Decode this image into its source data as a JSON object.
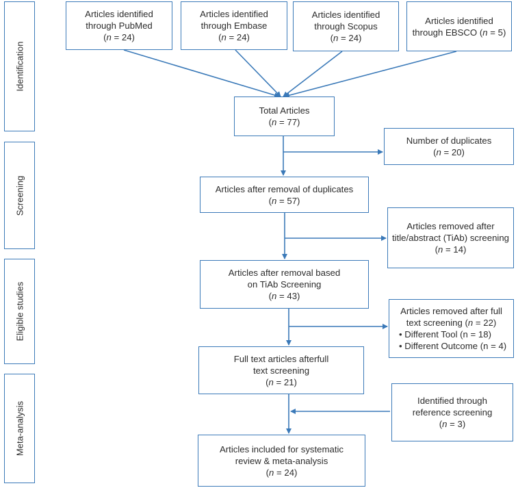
{
  "phases": {
    "identification": "Identification",
    "screening": "Screening",
    "eligible": "Eligible studies",
    "meta": "Meta-analysis"
  },
  "sources": {
    "pubmed": {
      "line1": "Articles identified",
      "line2": "through PubMed",
      "n_label": "n",
      "n_value": " = 24)"
    },
    "embase": {
      "line1": "Articles identified",
      "line2": "through Embase",
      "n_label": "n",
      "n_value": " = 24)"
    },
    "scopus": {
      "line1": "Articles identified",
      "line2": "through Scopus",
      "n_label": "n",
      "n_value": " = 24)"
    },
    "ebsco": {
      "line1": "Articles identified",
      "line2_pre": "through EBSCO (",
      "n_label": "n",
      "n_value": " = 5)"
    }
  },
  "total": {
    "line1": "Total Articles",
    "n_label": "n",
    "n_value": " = 77)"
  },
  "duplicates": {
    "line1": "Number of duplicates",
    "n_label": "n",
    "n_value": " = 20)"
  },
  "after_dup": {
    "line1": "Articles after removal of duplicates",
    "n_label": "n",
    "n_value": " = 57)"
  },
  "tiab_removed": {
    "line1": "Articles removed after",
    "line2": "title/abstract (TiAb) screening",
    "n_label": "n",
    "n_value": " = 14)"
  },
  "after_tiab": {
    "line1": "Articles after removal based",
    "line2": "on TiAb Screening",
    "n_label": "n",
    "n_value": " = 43)"
  },
  "fulltext_removed": {
    "line1": "Articles removed after full",
    "line2_pre": "text screening (",
    "n_label": "n",
    "n_value": " = 22)",
    "bullets": [
      "• Different Tool (n = 18)",
      "• Different Outcome (n = 4)"
    ]
  },
  "fulltext": {
    "line1": "Full text articles afterfull",
    "line2": "text screening",
    "n_label": "n",
    "n_value": " = 21)"
  },
  "reference": {
    "line1": "Identified through",
    "line2": "reference screening",
    "n_label": "n",
    "n_value": " = 3)"
  },
  "included": {
    "line1": "Articles included for systematic",
    "line2": "review & meta-analysis",
    "n_label": "n",
    "n_value": " = 24)"
  },
  "colors": {
    "stroke": "#3a79b8",
    "text": "#2b2b2b"
  }
}
